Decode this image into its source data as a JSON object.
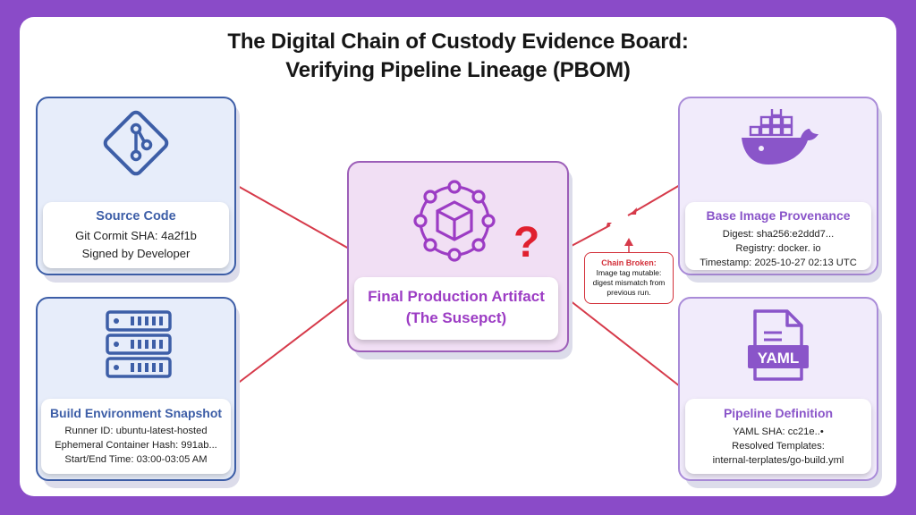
{
  "title": {
    "line1": "The Digital Chain of Custody Evidence Board:",
    "line2": "Verifying Pipeline Lineage (PBOM)"
  },
  "cards": {
    "source": {
      "title": "Source Code",
      "line1": "Git Cormit SHA: 4a2f1b",
      "line2": "Signed by Developer",
      "icon": "git-branch-icon",
      "color": "#3d5ea7"
    },
    "build": {
      "title": "Build Environment Snapshot",
      "line1": "Runner ID: ubuntu-latest-hosted",
      "line2": "Ephemeral Container Hash: 991ab...",
      "line3": "Start/End Time: 03:00-03:05 AM",
      "icon": "server-rack-icon",
      "color": "#3d5ea7"
    },
    "artifact": {
      "title1": "Final Production Artifact",
      "title2": "(The Susepct)",
      "icon": "network-cube-icon",
      "badge": "?",
      "color": "#9c3cc4"
    },
    "base": {
      "title": "Base Image Provenance",
      "line1": "Digest: sha256:e2ddd7...",
      "line2": "Registry: docker. io",
      "line3": "Timestamp: 2025-10-27 02:13 UTC",
      "icon": "docker-whale-icon",
      "color": "#8a55c9"
    },
    "pipeline": {
      "title": "Pipeline Definition",
      "line1": "YAML SHA: cc21e..•",
      "line2": "Resolved Templates:",
      "line3": "internal-terplates/go-build.yml",
      "icon": "yaml-file-icon",
      "icon_text": "YAML",
      "color": "#8a55c9"
    }
  },
  "note": {
    "title": "Chain Broken:",
    "line1": "Image tag mutable:",
    "line2": "digest mismatch from",
    "line3": "previous run."
  },
  "colors": {
    "background": "#8a4bc8",
    "connector": "#d63a4a",
    "alert": "#d3303a"
  }
}
